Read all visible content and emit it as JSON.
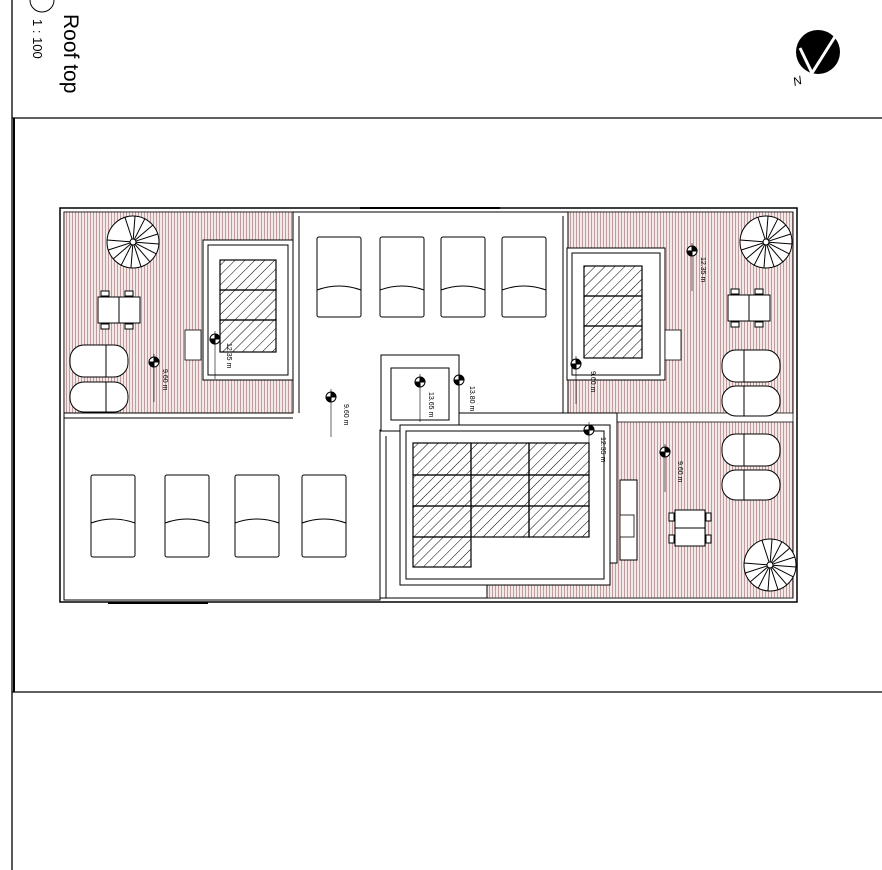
{
  "drawing": {
    "title": "Roof top",
    "scale": "1 : 100",
    "north_label": "N"
  },
  "levels": {
    "l1": "9.60 m",
    "l2": "12.35 m",
    "l3": "9.60 m",
    "l4": "13.65 m",
    "l5": "13.80 m",
    "l6": "9.60 m",
    "l7": "12.35 m",
    "l8": "12.35 m",
    "l9": "9.60 m"
  },
  "colors": {
    "line": "#000000",
    "deck_hatch": "#a06868",
    "deck_bg": "#f4e9e9"
  }
}
